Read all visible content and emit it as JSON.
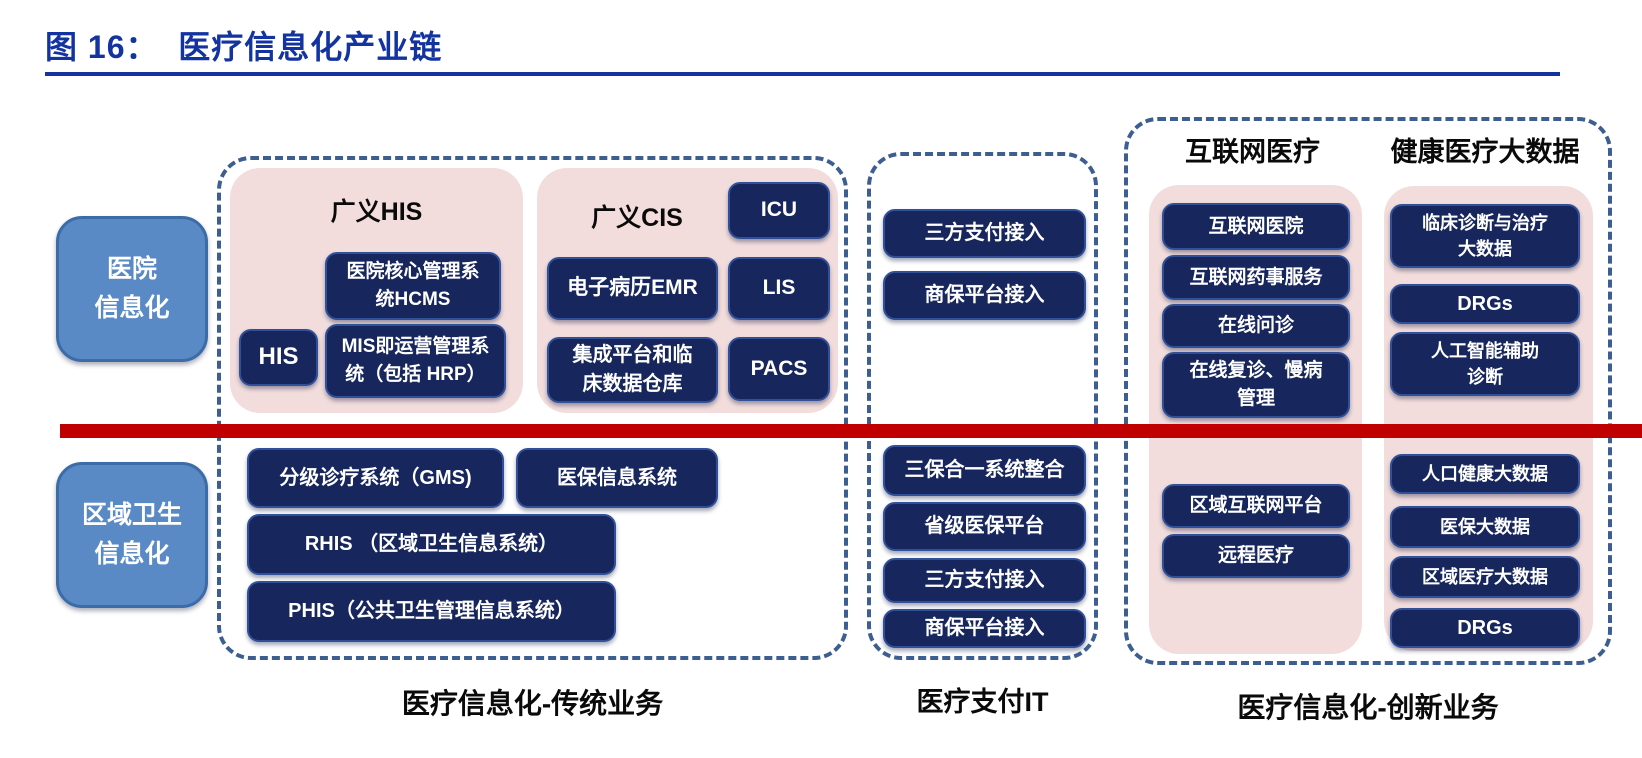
{
  "colors": {
    "title_blue": "#1233a0",
    "navy_fill": "#17265c",
    "navy_border": "#31509a",
    "pink_panel": "#f2dddc",
    "category_fill": "#5a8ac6",
    "category_border": "#3c6ca8",
    "divider_red": "#c00000",
    "dash_border": "#3d5e91",
    "heading_ink": "#0a0a0a"
  },
  "title": {
    "text": "图 16：  医疗信息化产业链"
  },
  "rows": {
    "hospital": [
      "医院",
      "信息化"
    ],
    "regional": [
      "区域卫生",
      "信息化"
    ]
  },
  "traditional": {
    "footer": "医疗信息化-传统业务",
    "his_panel": {
      "title": "广义HIS",
      "hcms": [
        "医院核心管理系",
        "统HCMS"
      ],
      "his": "HIS",
      "mis": [
        "MIS即运营管理系",
        "统（包括 HRP）"
      ]
    },
    "cis_panel": {
      "title": "广义CIS",
      "icu": "ICU",
      "emr": "电子病历EMR",
      "lis": "LIS",
      "integration": [
        "集成平台和临",
        "床数据仓库"
      ],
      "pacs": "PACS"
    },
    "regional": {
      "gms": "分级诊疗系统（GMS)",
      "insurance_info": "医保信息系统",
      "rhis": "RHIS （区域卫生信息系统）",
      "phis": "PHIS（公共卫生管理信息系统）"
    }
  },
  "payment": {
    "footer": "医疗支付IT",
    "top": [
      "三方支付接入",
      "商保平台接入"
    ],
    "bottom": [
      "三保合一系统整合",
      "省级医保平台",
      "三方支付接入",
      "商保平台接入"
    ]
  },
  "innovation": {
    "footer": "医疗信息化-创新业务",
    "headers": {
      "internet": "互联网医疗",
      "bigdata": "健康医疗大数据"
    },
    "internet": {
      "hospital": "互联网医院",
      "pharmacy": "互联网药事服务",
      "consult": "在线问诊",
      "followup": [
        "在线复诊、慢病",
        "管理"
      ],
      "regional_platform": "区域互联网平台",
      "telemedicine": "远程医疗"
    },
    "bigdata": {
      "clinical": [
        "临床诊断与治疗",
        "大数据"
      ],
      "drgs_top": "DRGs",
      "ai": [
        "人工智能辅助",
        "诊断"
      ],
      "population": "人口健康大数据",
      "insurance": "医保大数据",
      "regional": "区域医疗大数据",
      "drgs_bottom": "DRGs"
    }
  }
}
